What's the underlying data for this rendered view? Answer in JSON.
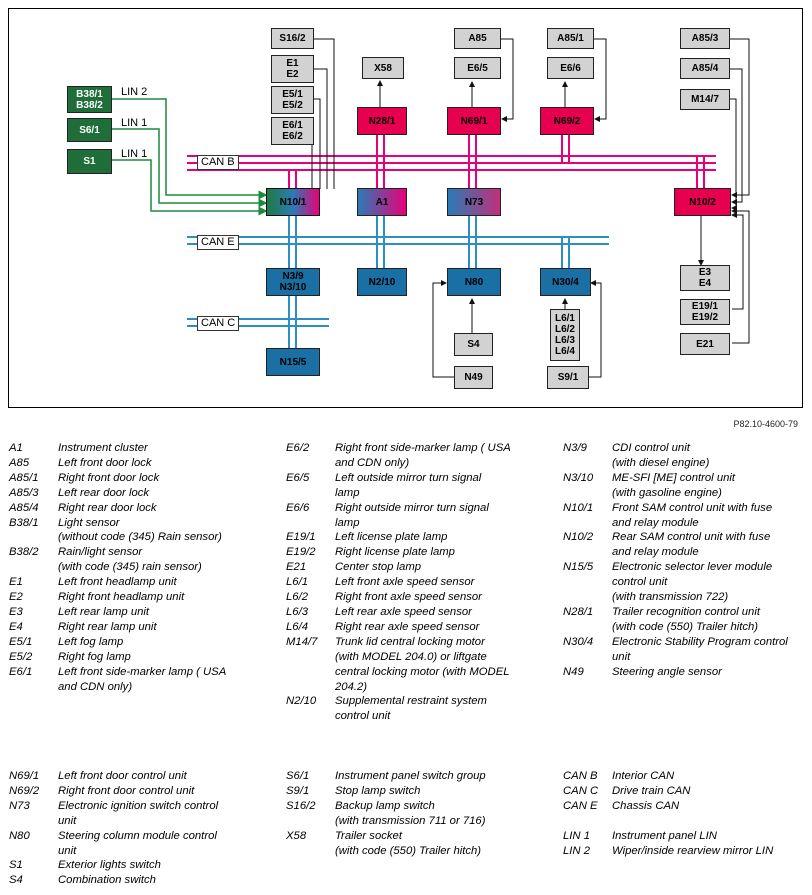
{
  "figure_id": "P82.10-4600-79",
  "diagram": {
    "buses": [
      "CAN B",
      "CAN E",
      "CAN C"
    ],
    "lin_labels": [
      "LIN 2",
      "LIN 1",
      "LIN 1"
    ],
    "modules": {
      "s16_2": "S16/2",
      "e1_e2": "E1\nE2",
      "e5": "E5/1\nE5/2",
      "e6": "E6/1\nE6/2",
      "x58": "X58",
      "a85": "A85",
      "e6_5": "E6/5",
      "a85_1": "A85/1",
      "e6_6": "E6/6",
      "a85_3": "A85/3",
      "a85_4": "A85/4",
      "m14_7": "M14/7",
      "b38": "B38/1\nB38/2",
      "s6_1": "S6/1",
      "s1": "S1",
      "n28_1": "N28/1",
      "n69_1": "N69/1",
      "n69_2": "N69/2",
      "n10_1": "N10/1",
      "a1": "A1",
      "n73": "N73",
      "n10_2": "N10/2",
      "e3_e4": "E3\nE4",
      "e19": "E19/1\nE19/2",
      "e21": "E21",
      "n3": "N3/9\nN3/10",
      "n2_10": "N2/10",
      "n80": "N80",
      "n30_4": "N30/4",
      "l6": "L6/1\nL6/2\nL6/3\nL6/4",
      "s4": "S4",
      "n15_5": "N15/5",
      "n49": "N49",
      "s9_1": "S9/1"
    }
  },
  "legend": {
    "col1": [
      {
        "code": "A1",
        "desc": "Instrument cluster"
      },
      {
        "code": "A85",
        "desc": "Left front door lock"
      },
      {
        "code": "A85/1",
        "desc": "Right front door lock"
      },
      {
        "code": "A85/3",
        "desc": "Left rear door lock"
      },
      {
        "code": "A85/4",
        "desc": "Right rear door lock"
      },
      {
        "code": "B38/1",
        "desc": "Light sensor\n(without code (345) Rain sensor)"
      },
      {
        "code": "B38/2",
        "desc": "Rain/light sensor\n(with code (345) rain sensor)"
      },
      {
        "code": "E1",
        "desc": "Left front headlamp unit"
      },
      {
        "code": "E2",
        "desc": "Right front headlamp unit"
      },
      {
        "code": "E3",
        "desc": "Left rear lamp unit"
      },
      {
        "code": "E4",
        "desc": "Right rear lamp unit"
      },
      {
        "code": "E5/1",
        "desc": "Left fog lamp"
      },
      {
        "code": "E5/2",
        "desc": "Right fog lamp"
      },
      {
        "code": "E6/1",
        "desc": "Left front side-marker lamp ( USA\nand CDN only)"
      }
    ],
    "col2": [
      {
        "code": "E6/2",
        "desc": "Right front side-marker lamp ( USA\nand CDN only)"
      },
      {
        "code": "E6/5",
        "desc": "Left outside mirror turn signal\nlamp"
      },
      {
        "code": "E6/6",
        "desc": "Right outside mirror turn signal\nlamp"
      },
      {
        "code": "E19/1",
        "desc": "Left license plate lamp"
      },
      {
        "code": "E19/2",
        "desc": "Right license plate lamp"
      },
      {
        "code": "E21",
        "desc": "Center stop lamp"
      },
      {
        "code": "L6/1",
        "desc": "Left front axle speed sensor"
      },
      {
        "code": "L6/2",
        "desc": "Right front axle speed sensor"
      },
      {
        "code": "L6/3",
        "desc": "Left rear axle speed sensor"
      },
      {
        "code": "L6/4",
        "desc": "Right rear axle speed sensor"
      },
      {
        "code": "M14/7",
        "desc": "Trunk lid central locking motor\n(with MODEL 204.0) or liftgate\ncentral locking motor (with MODEL\n204.2)"
      },
      {
        "code": "N2/10",
        "desc": "Supplemental restraint system\ncontrol unit"
      }
    ],
    "col3": [
      {
        "code": "N3/9",
        "desc": "CDI control unit\n(with diesel engine)"
      },
      {
        "code": "N3/10",
        "desc": "ME-SFI [ME] control unit\n(with gasoline engine)"
      },
      {
        "code": "N10/1",
        "desc": "Front SAM control unit with fuse\nand relay module"
      },
      {
        "code": "N10/2",
        "desc": "Rear SAM control unit with fuse\nand relay module"
      },
      {
        "code": "N15/5",
        "desc": "Electronic selector lever module\ncontrol unit\n(with transmission 722)"
      },
      {
        "code": "N28/1",
        "desc": "Trailer recognition control unit\n(with code (550) Trailer hitch)"
      },
      {
        "code": "N30/4",
        "desc": "Electronic Stability Program control\nunit"
      },
      {
        "code": "N49",
        "desc": "Steering angle sensor"
      }
    ],
    "col4": [
      {
        "code": "N69/1",
        "desc": "Left front door control unit"
      },
      {
        "code": "N69/2",
        "desc": "Right front door control unit"
      },
      {
        "code": "N73",
        "desc": "Electronic ignition switch control\nunit"
      },
      {
        "code": "N80",
        "desc": "Steering column module control\nunit"
      },
      {
        "code": "S1",
        "desc": "Exterior lights switch"
      },
      {
        "code": "S4",
        "desc": "Combination switch"
      }
    ],
    "col5": [
      {
        "code": "S6/1",
        "desc": "Instrument panel switch group"
      },
      {
        "code": "S9/1",
        "desc": "Stop lamp switch"
      },
      {
        "code": "S16/2",
        "desc": "Backup lamp switch\n (with transmission 711 or 716)"
      },
      {
        "code": "X58",
        "desc": "Trailer socket\n(with code (550) Trailer hitch)"
      }
    ],
    "col6": [
      {
        "code": "CAN B",
        "desc": "Interior CAN"
      },
      {
        "code": "CAN C",
        "desc": "Drive train CAN"
      },
      {
        "code": "CAN E",
        "desc": "Chassis CAN"
      },
      {
        "code": "",
        "desc": ""
      },
      {
        "code": "LIN 1",
        "desc": "Instrument panel LIN"
      },
      {
        "code": "LIN 2",
        "desc": "Wiper/inside rearview mirror LIN"
      }
    ]
  }
}
